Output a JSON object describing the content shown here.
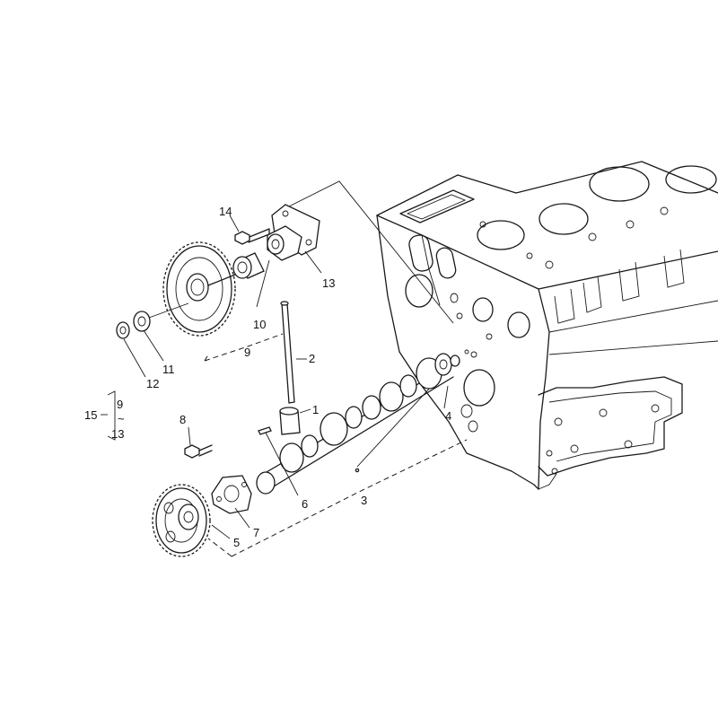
{
  "callouts": {
    "c1": "1",
    "c2": "2",
    "c3": "3",
    "c4": "4",
    "c5": "5",
    "c6": "6",
    "c7": "7",
    "c8": "8",
    "c9": "9",
    "c10": "10",
    "c11": "11",
    "c12": "12",
    "c13": "13",
    "c14": "14"
  },
  "group_ref": {
    "number": "15",
    "from": "9",
    "tilde": "~",
    "to": "13"
  }
}
